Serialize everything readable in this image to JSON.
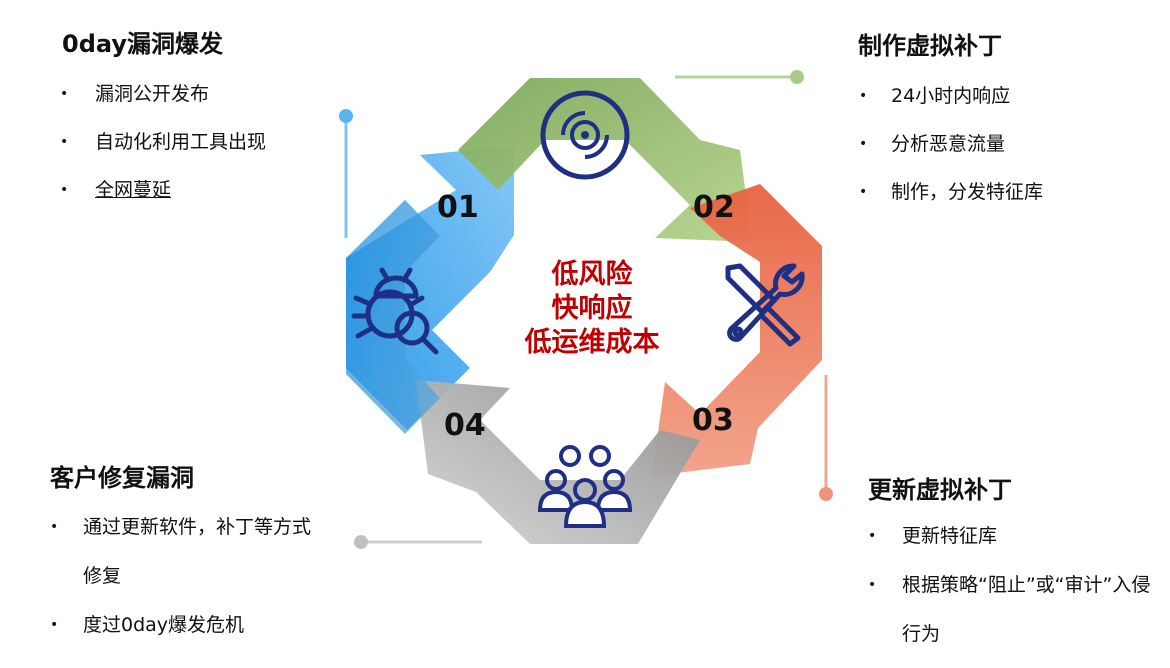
{
  "center": {
    "lines": [
      "低风险",
      "快响应",
      "低运维成本"
    ]
  },
  "steps": [
    {
      "number": "01",
      "title": "0day漏洞爆发",
      "bullets": [
        "漏洞公开发布",
        "自动化利用工具出现",
        "全网蔓延"
      ]
    },
    {
      "number": "02",
      "title": "制作虚拟补丁",
      "bullets": [
        "24小时内响应",
        "分析恶意流量",
        "制作，分发特征库"
      ]
    },
    {
      "number": "03",
      "title": "更新虚拟补丁",
      "bullets": [
        "更新特征库",
        "根据策略“阻止”或“审计”入侵行为"
      ]
    },
    {
      "number": "04",
      "title": "客户修复漏洞",
      "bullets": [
        "通过更新软件，补丁等方式修复",
        "度过0day爆发危机"
      ]
    }
  ],
  "bullet_glyph": "•",
  "colors": {
    "blue": "#3b9ee8",
    "green": "#8db865",
    "orange": "#e8694a",
    "gray": "#a8a8a8",
    "icon": "#1f2f86",
    "center_text": "#c00000"
  },
  "icons": {
    "step01": "bug-search-icon",
    "step02": "disc-icon",
    "step03": "wrench-screwdriver-icon",
    "step04": "user-group-icon"
  }
}
